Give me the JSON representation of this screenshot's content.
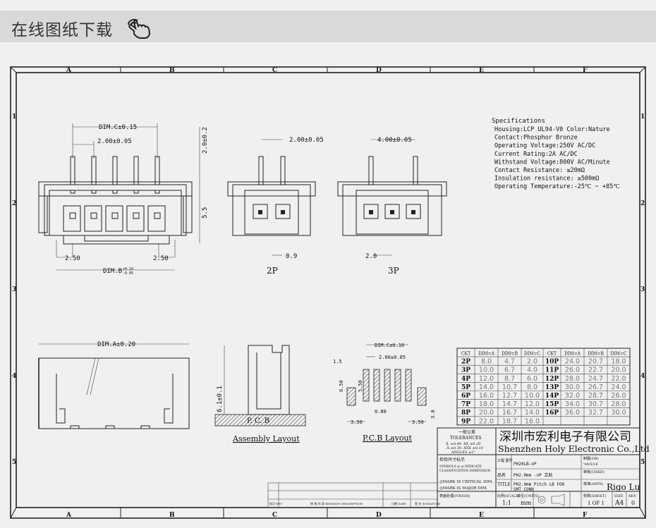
{
  "header": {
    "title": "在线图纸下载",
    "icon": "pointing-hand-icon"
  },
  "frame": {
    "columns": [
      "A",
      "B",
      "C",
      "D",
      "E",
      "F"
    ],
    "rows": [
      "1",
      "2",
      "3",
      "4",
      "5"
    ]
  },
  "front_view": {
    "dim_c": "DIM.C±0.15",
    "pitch": "2.00±0.05",
    "height_top": "2.0±0.2",
    "height": "5.5",
    "edge_left": "2.50",
    "edge_right": "2.50",
    "dim_b": "DIM.B",
    "dim_b_tol_plus": "+0.10",
    "dim_b_tol_minus": "-0.05"
  },
  "view_2p": {
    "pitch": "2.00±0.05",
    "pin": "0.9",
    "label": "2P"
  },
  "view_3p": {
    "pitch": "4.00±0.05",
    "offset": "2.0",
    "label": "3P"
  },
  "specs": {
    "title": "Specifications",
    "lines": [
      "Housing:LCP UL94-V0 Color:Nature",
      "Contact:Phosphor Bronze",
      "Operating Voltage:250V AC/DC",
      "Current Rating:2A AC/DC",
      "Withstand Voltage:800V AC/Minute",
      "Contact Resistance: ≤20mΩ",
      "Insulation resistance: ≥500mΩ",
      "Operating Temperature:-25℃ ~ +85℃"
    ]
  },
  "side_view": {
    "dim_a": "DIM.A±0.20"
  },
  "assembly": {
    "height": "6.1±0.1",
    "pcb": "P. C. B",
    "label": "Assembly Layout"
  },
  "pcb_layout": {
    "dim_c": "DIM.C±0.10",
    "pitch": "2.00±0.05",
    "left_offset": "1.5",
    "pad_len_outer": "6.50",
    "pad_len": "5.50",
    "pad_width": "0.80",
    "edge_left": "3.50",
    "edge_right": "3.50",
    "pad_height": "3.0",
    "label": "P.C.B Layout"
  },
  "dim_table": {
    "headers": [
      "CKT",
      "DIM=A",
      "DIM=B",
      "DIM=C",
      "CKT",
      "DIM=A",
      "DIM=B",
      "DIM=C"
    ],
    "rows": [
      [
        "2P",
        "8.0",
        "4.7",
        "2.0",
        "10P",
        "24.0",
        "20.7",
        "18.0"
      ],
      [
        "3P",
        "10.0",
        "6.7",
        "4.0",
        "11P",
        "26.0",
        "22.7",
        "20.0"
      ],
      [
        "4P",
        "12.0",
        "8.7",
        "6.0",
        "12P",
        "28.0",
        "24.7",
        "22.0"
      ],
      [
        "5P",
        "14.0",
        "10.7",
        "8.0",
        "13P",
        "30.0",
        "26.7",
        "24.0"
      ],
      [
        "6P",
        "16.0",
        "12.7",
        "10.0",
        "14P",
        "32.0",
        "28.7",
        "26.0"
      ],
      [
        "7P",
        "18.0",
        "14.7",
        "12.0",
        "15P",
        "34.0",
        "30.7",
        "28.0"
      ],
      [
        "8P",
        "20.0",
        "16.7",
        "14.0",
        "16P",
        "36.0",
        "32.7",
        "30.0"
      ],
      [
        "9P",
        "22.0",
        "18.7",
        "16.0",
        "",
        "",
        "",
        ""
      ]
    ]
  },
  "title_block": {
    "tol_title": "一般公差",
    "tol_en": "TOLERANCES",
    "tol_1": "X. ±0.40  .XX ±0.20",
    "tol_2": ".X ±0.30  .XXX ±0.10",
    "tol_3": "ANGLES    ±2°",
    "company_cn": "深圳市宏利电子有限公司",
    "company_en": "Shenzhen Holy Electronic Co.,Ltd",
    "inspect_title": "检验尺寸标示",
    "inspect_1": "SYMBOLS ◎ ◎ INDICATE",
    "inspect_2": "CLASSIFICATION DIMENSION",
    "critical": "◎MARK IS CRITICAL DIM.",
    "major": "◎MARK IS MAJOR DIM.",
    "part_no_label": "工程\n图号",
    "part_no": "PH20LB-nP",
    "name_label": "品名",
    "name": "PH2.0mm -nP 立贴",
    "title_label": "TITLE",
    "title_1": "PH2.0mm Pitch LB FOR",
    "title_2": "SMT  CONN",
    "drawn_label": "制图(DR)",
    "drawn_date": "'08/5/16",
    "checked_label": "审核(CHKD)",
    "approved_label": "核准(APPD)",
    "approver": "Rigo Lu",
    "finish_label": "表面处理(FINISH)",
    "scale_label": "比例(SCALE)",
    "scale": "1:1",
    "units_label": "单位(UNITS)",
    "units": "mm",
    "sheet_label": "张数(SHEET)",
    "sheet": "1 OF 1",
    "size_label": "SIZE",
    "size": "A4",
    "rev_label": "REV",
    "rev": "0"
  },
  "revision_block": {
    "mark": "标记\nREV",
    "desc": "修 改 内 容\nREVISION DESCRIPTION",
    "date": "日期\nDATE",
    "sign": "签 名\nSIGNATURE"
  }
}
